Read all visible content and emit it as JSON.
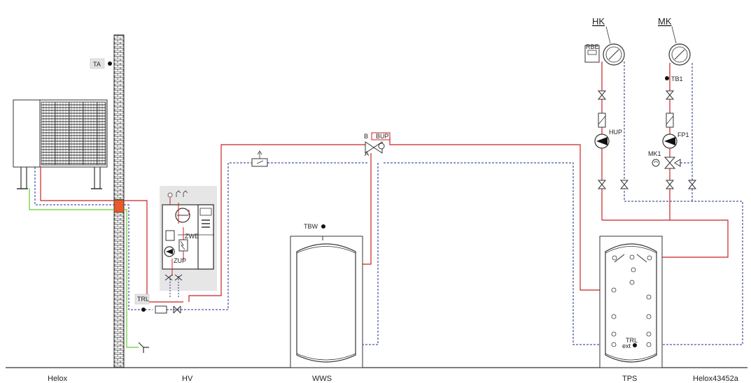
{
  "labels": {
    "ta": "TA",
    "trl_left": "TRL",
    "zwe": "ZWE",
    "zup": "ZUP",
    "tbw": "TBW",
    "bup": "BUP",
    "valve_b": "B",
    "valve_a": "A",
    "hk": "HK",
    "mk": "MK",
    "rbe": "RBE",
    "hup": "HUP",
    "tb1": "TB1",
    "fp1": "FP1",
    "mk1": "MK1",
    "trl_ext": "TRL",
    "ext": "ext"
  },
  "footer": {
    "helox": "Helox",
    "hv": "HV",
    "wws": "WWS",
    "tps": "TPS",
    "drawing_id": "Helox43452a"
  },
  "colors": {
    "supply": "#cc2222",
    "return": "#1c2c8a",
    "green": "#66cc33",
    "wall": "#444444",
    "module_bg": "#e6e6e6"
  }
}
